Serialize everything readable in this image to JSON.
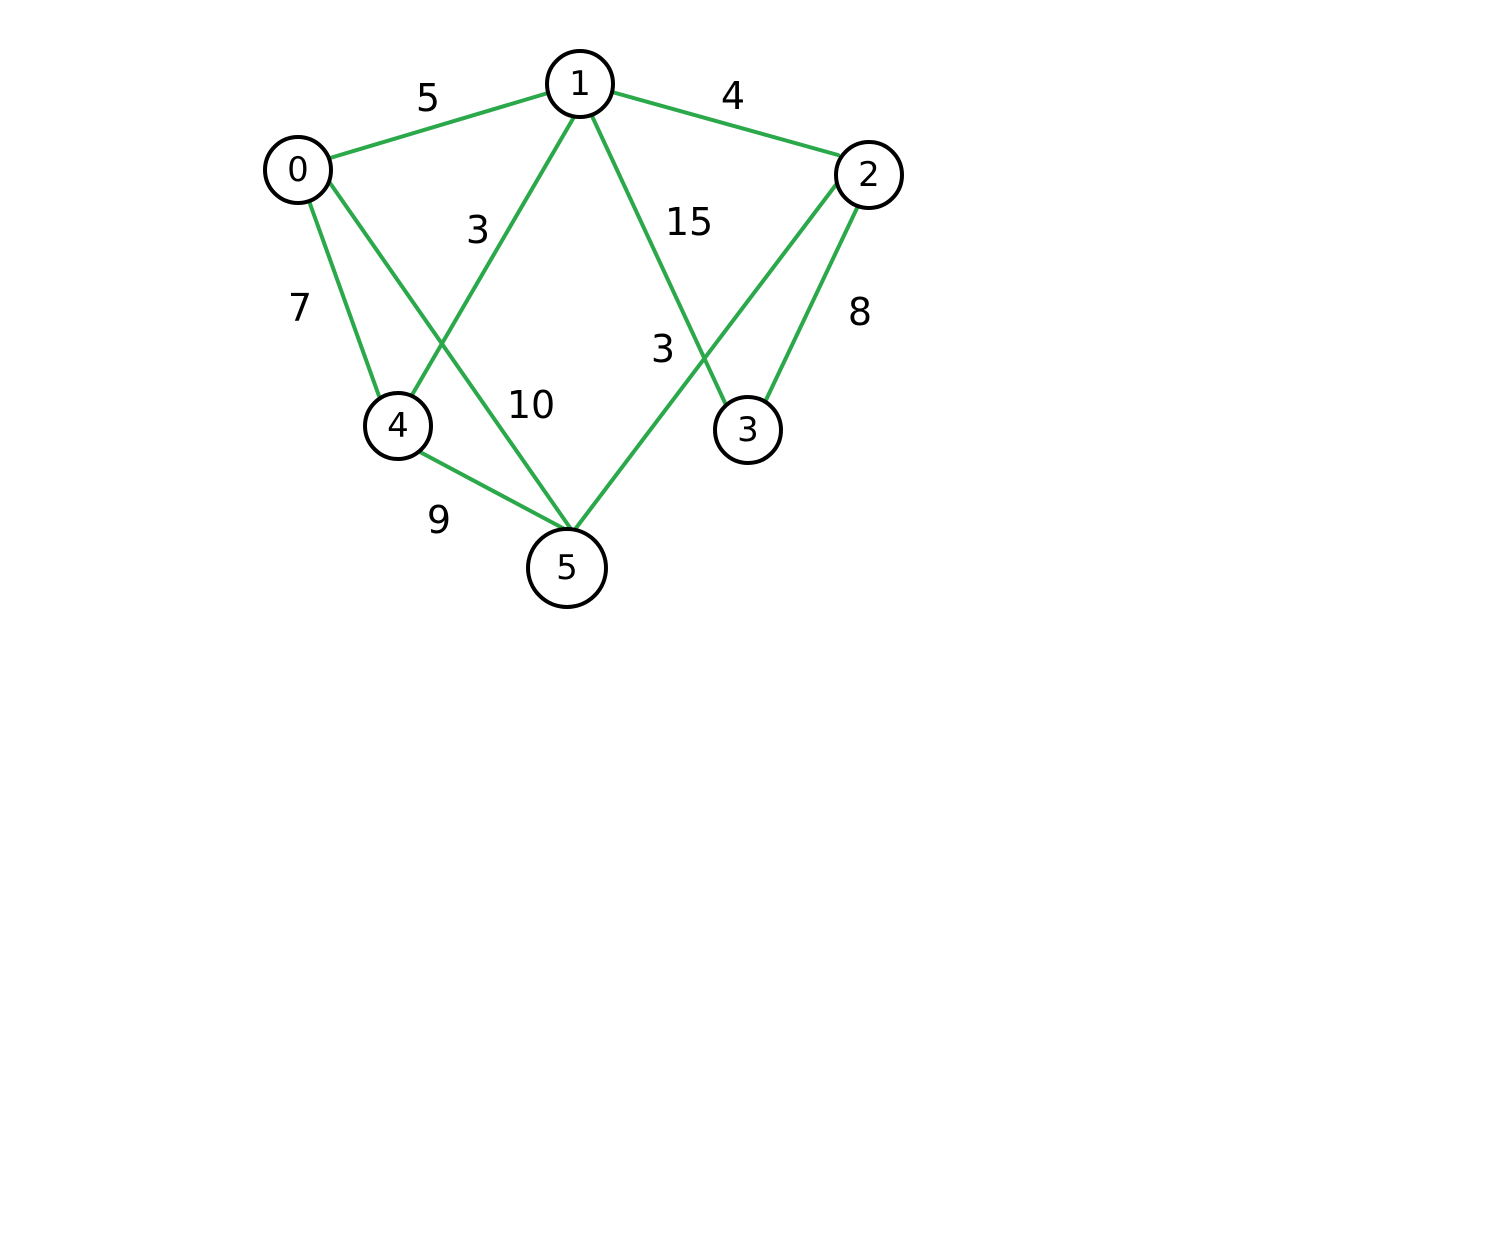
{
  "diagram": {
    "type": "weighted-undirected-graph",
    "colors": {
      "background": "#ffffff",
      "edge": "#2aa84a",
      "node_stroke": "#000000",
      "text": "#000000"
    },
    "nodes": [
      {
        "id": "0",
        "label": "0"
      },
      {
        "id": "1",
        "label": "1"
      },
      {
        "id": "2",
        "label": "2"
      },
      {
        "id": "3",
        "label": "3"
      },
      {
        "id": "4",
        "label": "4"
      },
      {
        "id": "5",
        "label": "5"
      }
    ],
    "edges": [
      {
        "from": "0",
        "to": "1",
        "weight": "5"
      },
      {
        "from": "1",
        "to": "2",
        "weight": "4"
      },
      {
        "from": "1",
        "to": "4",
        "weight": "3"
      },
      {
        "from": "1",
        "to": "3",
        "weight": "15"
      },
      {
        "from": "0",
        "to": "4",
        "weight": "7"
      },
      {
        "from": "0",
        "to": "5",
        "weight": "10"
      },
      {
        "from": "2",
        "to": "5",
        "weight": "3"
      },
      {
        "from": "2",
        "to": "3",
        "weight": "8"
      },
      {
        "from": "4",
        "to": "5",
        "weight": "9"
      }
    ]
  }
}
